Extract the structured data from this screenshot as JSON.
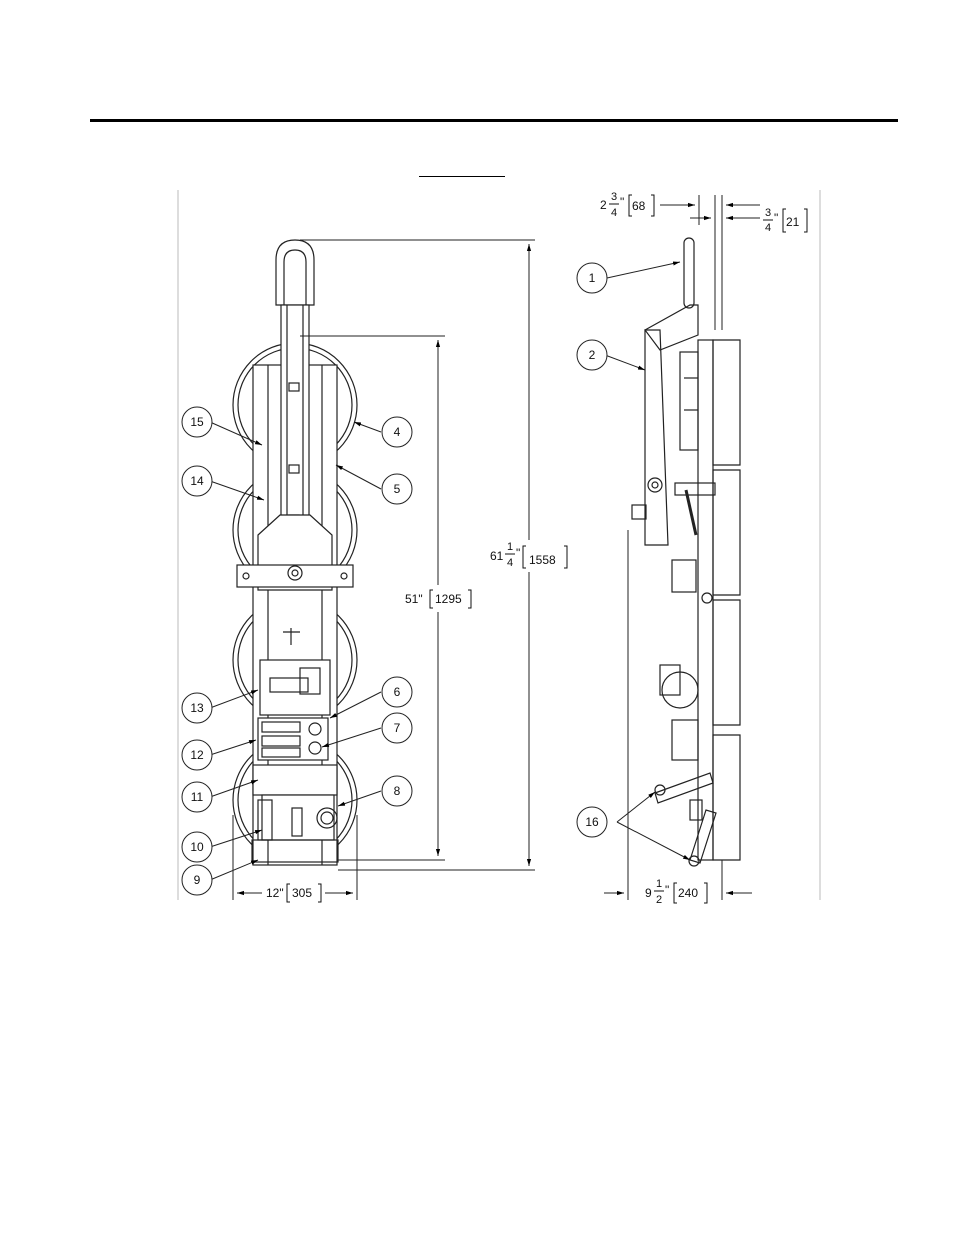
{
  "header": {
    "title": ""
  },
  "balloons": [
    {
      "id": "b1",
      "label": "1"
    },
    {
      "id": "b2",
      "label": "2"
    },
    {
      "id": "b4",
      "label": "4"
    },
    {
      "id": "b5",
      "label": "5"
    },
    {
      "id": "b6",
      "label": "6"
    },
    {
      "id": "b7",
      "label": "7"
    },
    {
      "id": "b8",
      "label": "8"
    },
    {
      "id": "b9",
      "label": "9"
    },
    {
      "id": "b10",
      "label": "10"
    },
    {
      "id": "b11",
      "label": "11"
    },
    {
      "id": "b12",
      "label": "12"
    },
    {
      "id": "b13",
      "label": "13"
    },
    {
      "id": "b14",
      "label": "14"
    },
    {
      "id": "b15",
      "label": "15"
    },
    {
      "id": "b16",
      "label": "16"
    }
  ],
  "dimensions": {
    "overall_height": {
      "whole": "61",
      "num": "1",
      "den": "4",
      "inch": "\"",
      "mm": "1558"
    },
    "pad_height": {
      "value": "51\"",
      "mm": "1295"
    },
    "width": {
      "value": "12\"",
      "mm": "305"
    },
    "depth": {
      "whole": "9",
      "num": "1",
      "den": "2",
      "inch": "\"",
      "mm": "240"
    },
    "handle_offset": {
      "whole": "2",
      "num": "3",
      "den": "4",
      "inch": "\"",
      "mm": "68"
    },
    "thickness": {
      "num": "3",
      "den": "4",
      "inch": "\"",
      "mm": "21"
    }
  }
}
